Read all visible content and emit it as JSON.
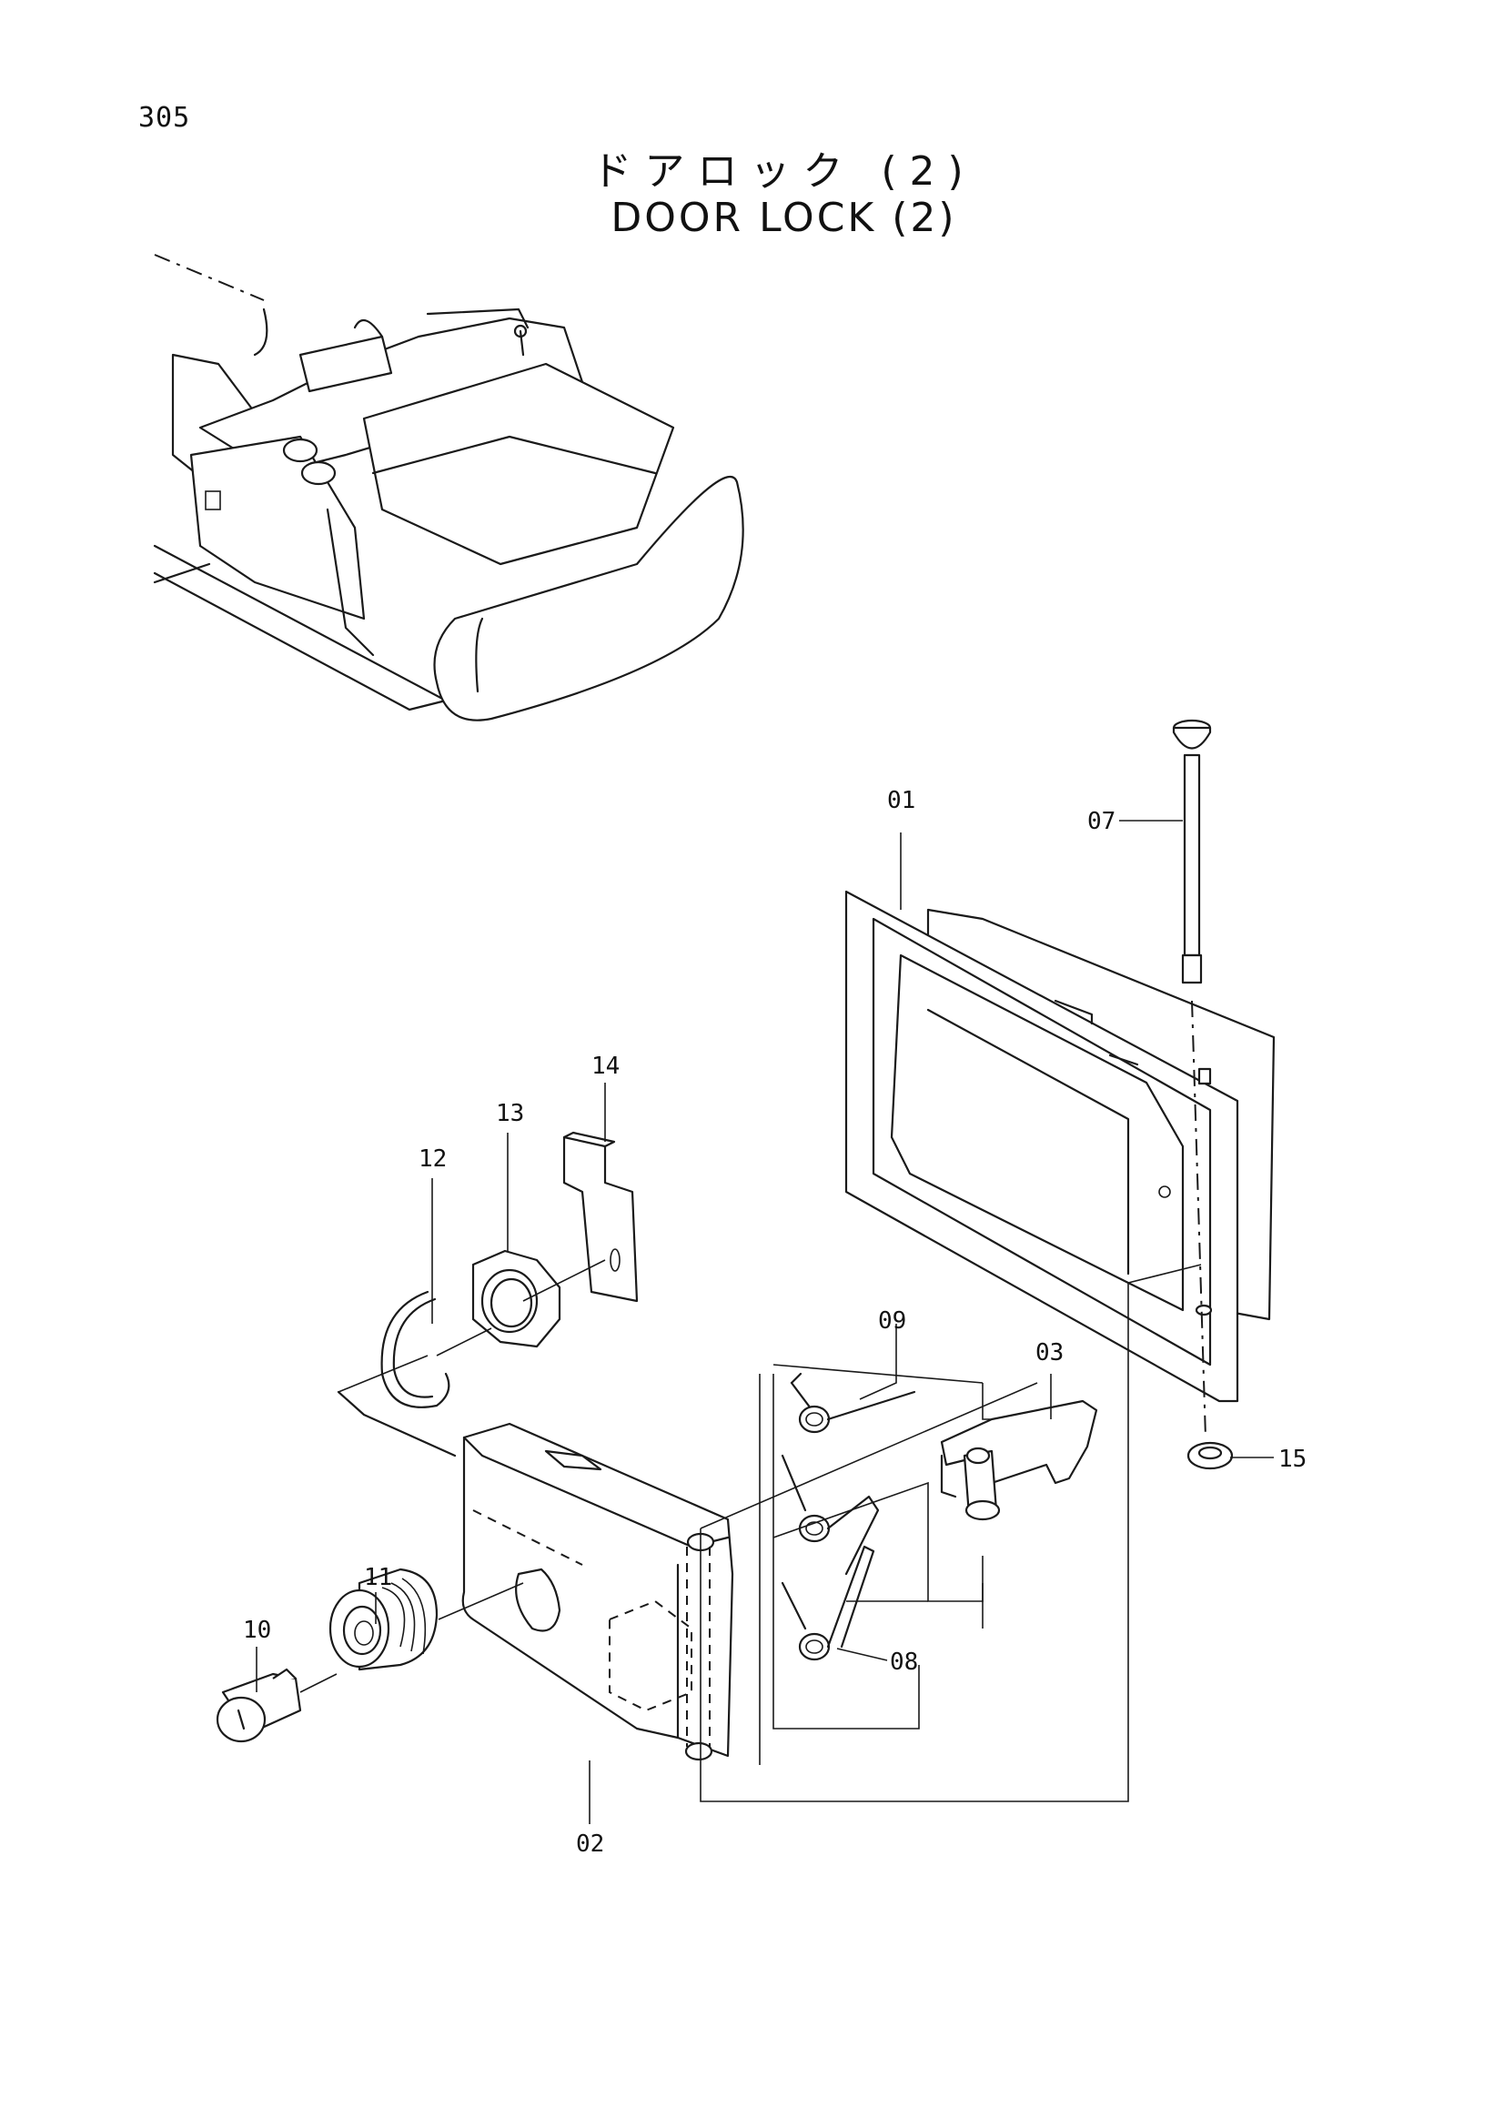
{
  "page": {
    "number": "305",
    "title_jp": "ドアロック (2)",
    "title_en": "DOOR LOCK (2)"
  },
  "callouts": [
    {
      "id": "c01",
      "label": "01"
    },
    {
      "id": "c02",
      "label": "02"
    },
    {
      "id": "c03",
      "label": "03"
    },
    {
      "id": "c07",
      "label": "07"
    },
    {
      "id": "c08",
      "label": "08"
    },
    {
      "id": "c09",
      "label": "09"
    },
    {
      "id": "c10",
      "label": "10"
    },
    {
      "id": "c11",
      "label": "11"
    },
    {
      "id": "c12",
      "label": "12"
    },
    {
      "id": "c13",
      "label": "13"
    },
    {
      "id": "c14",
      "label": "14"
    },
    {
      "id": "c15",
      "label": "15"
    }
  ]
}
